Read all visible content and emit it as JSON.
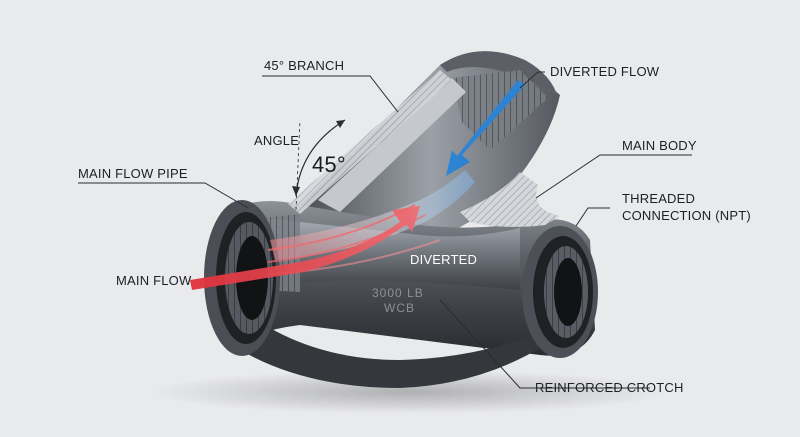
{
  "labels": {
    "branch": "45° BRANCH",
    "diverted_flow": "DIVERTED FLOW",
    "angle": "ANGLE",
    "angle_value": "45°",
    "main_flow_pipe": "MAIN FLOW PIPE",
    "main_body": "MAIN BODY",
    "threaded_line1": "THREADED",
    "threaded_line2": "CONNECTION (NPT)",
    "main_flow": "MAIN FLOW",
    "diverted": "DIVERTED",
    "reinforced_crotch": "REINFORCED CROTCH",
    "emboss_line1": "3000 LB",
    "emboss_line2": "WCB"
  },
  "colors": {
    "background": "#e9eaec",
    "main_flow_arrow": "#e0303a",
    "diverted_flow_arrow": "#2c86d6",
    "steel_dark": "#3a3d42",
    "steel_mid": "#6b7078",
    "steel_light": "#b9bdc3"
  }
}
